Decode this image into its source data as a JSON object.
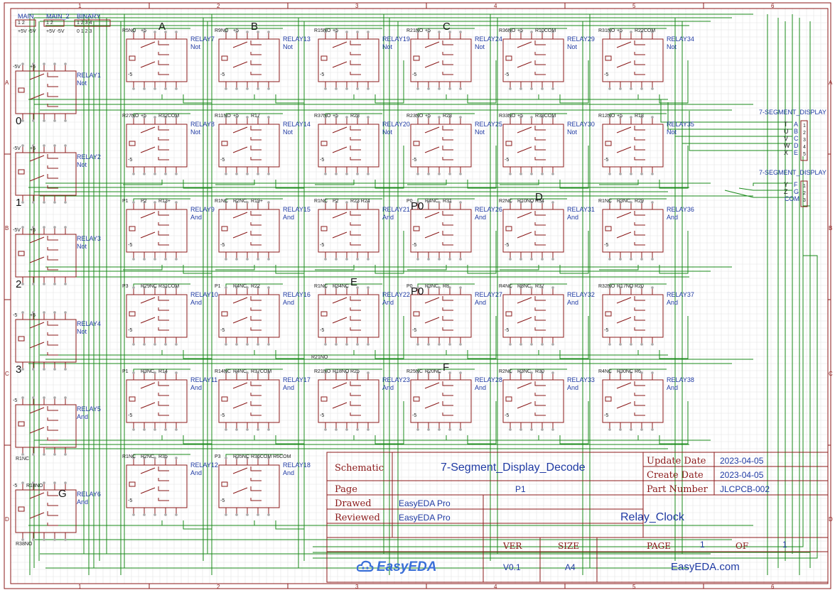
{
  "title_block": {
    "schematic_label": "Schematic",
    "schematic_name": "7-Segment_Display_Decode",
    "page_label": "Page",
    "page_value": "P1",
    "drawed_label": "Drawed",
    "drawed_value": "EasyEDA Pro",
    "reviewed_label": "Reviewed",
    "reviewed_value": "EasyEDA Pro",
    "update_label": "Update Date",
    "update_value": "2023-04-05",
    "create_label": "Create Date",
    "create_value": "2023-04-05",
    "part_label": "Part Number",
    "part_value": "JLCPCB-002",
    "project_name": "Relay_Clock",
    "ver_label": "VER",
    "ver_value": "V0.1",
    "size_label": "SIZE",
    "size_value": "A4",
    "pageof_label": "PAGE",
    "page_num": "1",
    "of_label": "OF",
    "page_total": "1",
    "logo_text": "EasyEDA",
    "site": "EasyEDA.com"
  },
  "zones": {
    "cols": [
      "1",
      "2",
      "3",
      "4",
      "5",
      "6"
    ],
    "rows": [
      "A",
      "B",
      "C",
      "D"
    ]
  },
  "connectors": [
    {
      "name": "MAIN",
      "pins": "1 2",
      "nets": "+5V -5V"
    },
    {
      "name": "MAIN_2",
      "pins": "1 2",
      "nets": "+5V -5V"
    },
    {
      "name": "BINARY",
      "pins": "1 2 3 4",
      "nets": "0 1 2 3"
    }
  ],
  "left_relays": [
    {
      "name": "RELAY1",
      "type": "Not",
      "big": "0",
      "tl": "-5V",
      "tr": "+5",
      "bl": ""
    },
    {
      "name": "RELAY2",
      "type": "Not",
      "big": "1",
      "tl": "-5V",
      "tr": "+5",
      "bl": ""
    },
    {
      "name": "RELAY3",
      "type": "Not",
      "big": "2",
      "tl": "-5V",
      "tr": "+5",
      "bl": ""
    },
    {
      "name": "RELAY4",
      "type": "Not",
      "big": "3",
      "tl": "-5",
      "tr": "+5",
      "bl": ""
    },
    {
      "name": "RELAY5",
      "type": "And",
      "big": "",
      "tl": "-5",
      "tr": "",
      "bl": "R1NC"
    },
    {
      "name": "RELAY6",
      "type": "And",
      "big": "G",
      "tl": "-5",
      "tr": "R18NO",
      "bl": "R38NO"
    }
  ],
  "grid": [
    [
      {
        "name": "RELAY7",
        "type": "Not",
        "pins": [
          "R5NO",
          "+5"
        ],
        "big": "A"
      },
      {
        "name": "RELAY13",
        "type": "Not",
        "pins": [
          "R9NO",
          "+5"
        ],
        "big": "B"
      },
      {
        "name": "RELAY19",
        "type": "Not",
        "pins": [
          "R15NO",
          "+5"
        ],
        "big": ""
      },
      {
        "name": "RELAY24",
        "type": "Not",
        "pins": [
          "R21NO",
          "+5"
        ],
        "big": "C"
      },
      {
        "name": "RELAY29",
        "type": "Not",
        "pins": [
          "R36NO",
          "+5",
          "R10COM"
        ],
        "big": ""
      },
      {
        "name": "RELAY34",
        "type": "Not",
        "pins": [
          "R31NO",
          "+5",
          "R22COM"
        ],
        "big": ""
      }
    ],
    [
      {
        "name": "RELAY8",
        "type": "Not",
        "pins": [
          "R27NO",
          "+5",
          "R32COM"
        ],
        "big": ""
      },
      {
        "name": "RELAY14",
        "type": "Not",
        "pins": [
          "R11NO",
          "+5",
          "R17"
        ],
        "big": ""
      },
      {
        "name": "RELAY20",
        "type": "Not",
        "pins": [
          "R37NO",
          "+5",
          "R28"
        ],
        "big": ""
      },
      {
        "name": "RELAY25",
        "type": "Not",
        "pins": [
          "R23NO",
          "+5",
          "R28"
        ],
        "big": ""
      },
      {
        "name": "RELAY30",
        "type": "Not",
        "pins": [
          "R33NO",
          "+5",
          "R38COM"
        ],
        "big": ""
      },
      {
        "name": "RELAY35",
        "type": "Not",
        "pins": [
          "R12NO",
          "+5",
          "R18"
        ],
        "big": ""
      }
    ],
    [
      {
        "name": "RELAY9",
        "type": "And",
        "pins": [
          "P1",
          "P2",
          "R13+"
        ],
        "big": ""
      },
      {
        "name": "RELAY15",
        "type": "And",
        "pins": [
          "R1NC",
          "R2NC",
          "R19+"
        ],
        "big": ""
      },
      {
        "name": "RELAY21",
        "type": "And",
        "pins": [
          "R1NC",
          "P2",
          "R23 R24"
        ],
        "big": ""
      },
      {
        "name": "RELAY26",
        "type": "And",
        "pins": [
          "P0",
          "R4NC",
          "R31"
        ],
        "big": ""
      },
      {
        "name": "RELAY31",
        "type": "And",
        "pins": [
          "R2NC",
          "R10NO",
          "R34"
        ],
        "big": "D"
      },
      {
        "name": "RELAY36",
        "type": "And",
        "pins": [
          "R1NC",
          "R3NC",
          "R29"
        ],
        "big": ""
      }
    ],
    [
      {
        "name": "RELAY10",
        "type": "And",
        "pins": [
          "P3",
          "R29NC",
          "R31COM"
        ],
        "big": ""
      },
      {
        "name": "RELAY16",
        "type": "And",
        "pins": [
          "P1",
          "R4NC",
          "R22"
        ],
        "big": ""
      },
      {
        "name": "RELAY22",
        "type": "And",
        "pins": [
          "R1NC",
          "R34NC",
          ""
        ],
        "big": "E"
      },
      {
        "name": "RELAY27",
        "type": "And",
        "pins": [
          "P0",
          "R3NC",
          "R8"
        ],
        "big": ""
      },
      {
        "name": "RELAY32",
        "type": "And",
        "pins": [
          "R4NC",
          "R8NC",
          "R37"
        ],
        "big": ""
      },
      {
        "name": "RELAY37",
        "type": "And",
        "pins": [
          "R32NO",
          "R17NO",
          "R20"
        ],
        "big": ""
      }
    ],
    [
      {
        "name": "RELAY11",
        "type": "And",
        "pins": [
          "P1",
          "R3NC",
          "R14"
        ],
        "big": ""
      },
      {
        "name": "RELAY17",
        "type": "And",
        "pins": [
          "R14NC",
          "R4NC",
          "R37COM"
        ],
        "big": ""
      },
      {
        "name": "RELAY23",
        "type": "And",
        "pins": [
          "R21NO",
          "R18NO",
          "R25"
        ],
        "big": ""
      },
      {
        "name": "RELAY28",
        "type": "And",
        "pins": [
          "R25NC",
          "R20NC",
          ""
        ],
        "big": "F"
      },
      {
        "name": "RELAY33",
        "type": "And",
        "pins": [
          "R2NC",
          "R3NC",
          "R30"
        ],
        "big": ""
      },
      {
        "name": "RELAY38",
        "type": "And",
        "pins": [
          "R4NC",
          "R30NC",
          "R6"
        ],
        "big": ""
      }
    ],
    [
      {
        "name": "RELAY12",
        "type": "And",
        "pins": [
          "R1NC",
          "R2NC",
          "R35"
        ],
        "big": ""
      },
      {
        "name": "RELAY18",
        "type": "And",
        "pins": [
          "P3",
          "R35NC",
          "R36COM R6COM"
        ],
        "big": ""
      }
    ]
  ],
  "extra_labels": [
    {
      "text": "R21NO"
    },
    {
      "text": "P0"
    },
    {
      "text": "P0"
    }
  ],
  "displays": [
    {
      "name": "7-SEGMENT_DISPLAY",
      "nets": [
        "T",
        "U",
        "V",
        "W",
        "X"
      ],
      "segs": [
        "A",
        "B",
        "C",
        "D",
        "E"
      ],
      "pins": [
        "1",
        "2",
        "3",
        "4",
        "5"
      ]
    },
    {
      "name": "7-SEGMENT_DISPLAY",
      "nets": [
        "Y",
        "Z"
      ],
      "segs": [
        "F",
        "G",
        "COM"
      ],
      "pins": [
        "1",
        "2",
        "3"
      ]
    }
  ],
  "colors": {
    "border": "#8b1a1a",
    "wire": "#1a8a1a",
    "symbol": "#8b1a1a",
    "label": "#1f3aa3",
    "grid": "#e4e4e4"
  }
}
